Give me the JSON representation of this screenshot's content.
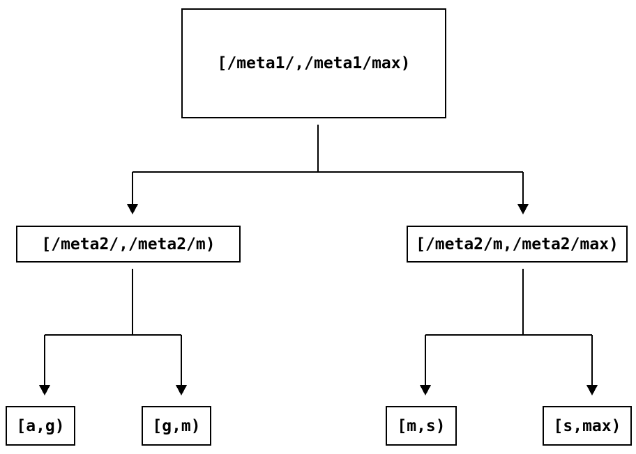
{
  "diagram": {
    "type": "tree",
    "nodes": {
      "root": {
        "label": "[/meta1/,/meta1/max)"
      },
      "left": {
        "label": "[/meta2/,/meta2/m)"
      },
      "right": {
        "label": "[/meta2/m,/meta2/max)"
      },
      "leaf_ag": {
        "label": "[a,g)"
      },
      "leaf_gm": {
        "label": "[g,m)"
      },
      "leaf_ms": {
        "label": "[m,s)"
      },
      "leaf_smax": {
        "label": "[s,max)"
      }
    },
    "edges": [
      {
        "from": "root",
        "to": "left"
      },
      {
        "from": "root",
        "to": "right"
      },
      {
        "from": "left",
        "to": "leaf_ag"
      },
      {
        "from": "left",
        "to": "leaf_gm"
      },
      {
        "from": "right",
        "to": "leaf_ms"
      },
      {
        "from": "right",
        "to": "leaf_smax"
      }
    ],
    "colors": {
      "background": "#ffffff",
      "line": "#000000",
      "text": "#000000",
      "node_border": "#000000"
    }
  }
}
